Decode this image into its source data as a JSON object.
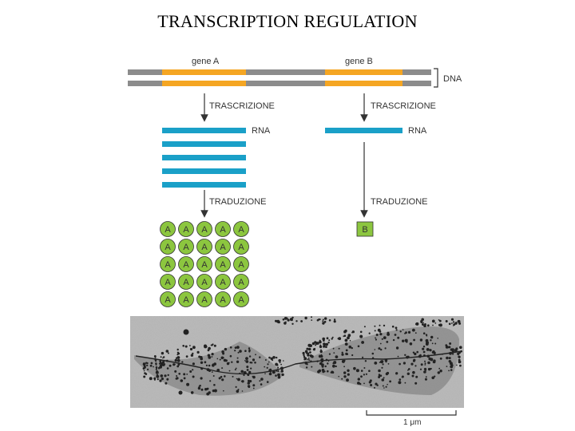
{
  "title": "TRANSCRIPTION REGULATION",
  "diagram": {
    "gene_a_label": "gene A",
    "gene_b_label": "gene B",
    "dna_label": "DNA",
    "transcription_a": "TRASCRIZIONE",
    "transcription_b": "TRASCRIZIONE",
    "rna_a_label": "RNA",
    "rna_b_label": "RNA",
    "translation_a": "TRADUZIONE",
    "translation_b": "TRADUZIONE",
    "protein_a": "A",
    "protein_b": "B",
    "protein_a_count": 25,
    "rna_a_count": 5,
    "rna_b_count": 1,
    "colors": {
      "dna": "#8c8c8c",
      "gene": "#f5a623",
      "rna": "#1aa0c8",
      "protein": "#8cc63f",
      "arrow": "#333333"
    }
  },
  "micrograph": {
    "scale_label": "1 μm"
  }
}
